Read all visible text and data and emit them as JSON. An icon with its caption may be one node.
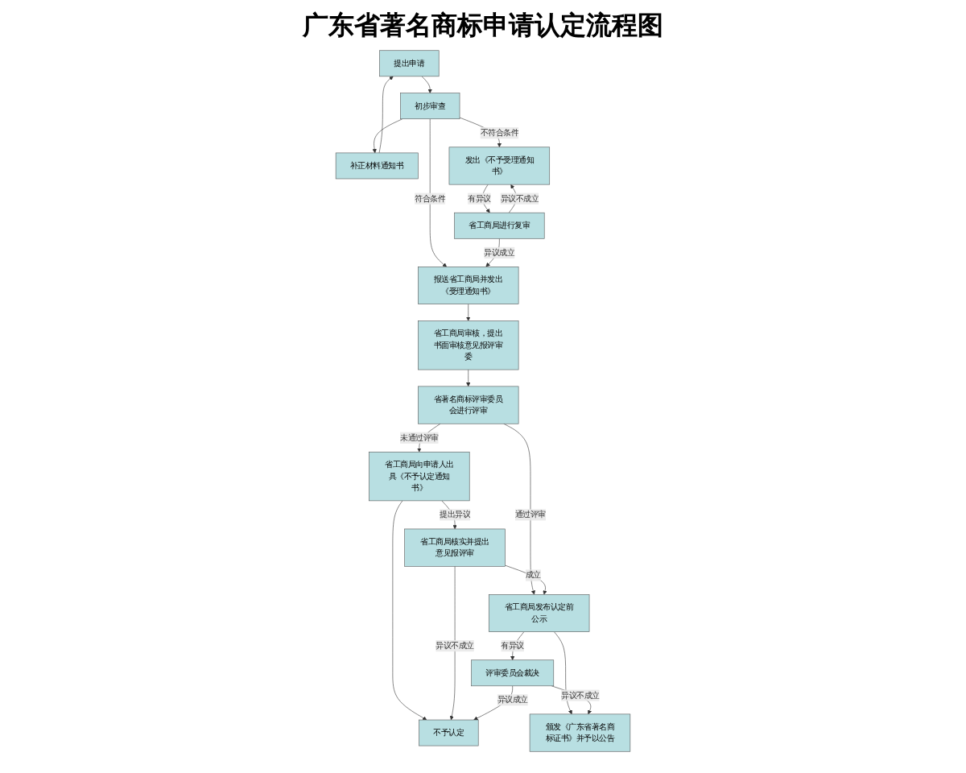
{
  "diagram": {
    "title": "广东省著名商标申请认定流程图",
    "nodes": [
      {
        "text": [
          "提出申请"
        ]
      },
      {
        "text": [
          "初步审查"
        ]
      },
      {
        "text": [
          "补正材料通知书"
        ]
      },
      {
        "text": [
          "发出《不予受理通知书》"
        ]
      },
      {
        "text": [
          "报送省工商局并发出《受理通知书》"
        ]
      },
      {
        "text": [
          "省工商局进行复审"
        ]
      },
      {
        "text": [
          "省工商局审核，提出书面审核意见报评审委"
        ]
      },
      {
        "text": [
          "省著名商标评审委员会进行评审"
        ]
      },
      {
        "text": [
          "省工商局向申请人出具《不予认定通知书》"
        ]
      },
      {
        "text": [
          "不予认定"
        ]
      },
      {
        "text": [
          "省工商局发布认定前公示"
        ]
      },
      {
        "text": [
          "省工商局核实并提出意见报评审"
        ]
      },
      {
        "text": [
          "颁发《广东省著名商标证书》并予以公告"
        ]
      },
      {
        "text": [
          "评审委员会裁决"
        ]
      }
    ],
    "edges": [
      {
        "from": 0,
        "to": 1,
        "arrow": "to"
      },
      {
        "from": 1,
        "to": 2,
        "arrow": "to"
      },
      {
        "from": 2,
        "to": 0,
        "arrow": "to"
      },
      {
        "from": 1,
        "to": 3,
        "arrow": "to",
        "label": "不符合条件"
      },
      {
        "from": 1,
        "to": 4,
        "arrow": "to",
        "label": "符合条件"
      },
      {
        "from": 3,
        "to": 5,
        "arrow": "to",
        "label": "有异议"
      },
      {
        "from": 5,
        "to": 3,
        "arrow": "to",
        "label": "异议不成立"
      },
      {
        "from": 5,
        "to": 4,
        "arrow": "to",
        "label": "异议成立"
      },
      {
        "from": 4,
        "to": 6,
        "arrow": "to"
      },
      {
        "from": 6,
        "to": 7,
        "arrow": "to"
      },
      {
        "from": 7,
        "to": 8,
        "arrow": "to",
        "label": "未通过评审"
      },
      {
        "from": 8,
        "to": 9,
        "arrow": "to"
      },
      {
        "from": 7,
        "to": 10,
        "arrow": "to",
        "label": "通过评审"
      },
      {
        "from": 8,
        "to": 11,
        "arrow": "to",
        "label": "提出异议"
      },
      {
        "from": 11,
        "to": 9,
        "arrow": "to",
        "label": "异议不成立"
      },
      {
        "from": 11,
        "to": 10,
        "arrow": "to",
        "label": "成立"
      },
      {
        "from": 10,
        "to": 12,
        "arrow": "to"
      },
      {
        "from": 10,
        "to": 13,
        "arrow": "to",
        "label": "有异议"
      },
      {
        "from": 13,
        "to": 12,
        "arrow": "to",
        "label": "异议不成立"
      },
      {
        "from": 13,
        "to": 9,
        "arrow": "to",
        "label": "异议成立"
      }
    ]
  }
}
